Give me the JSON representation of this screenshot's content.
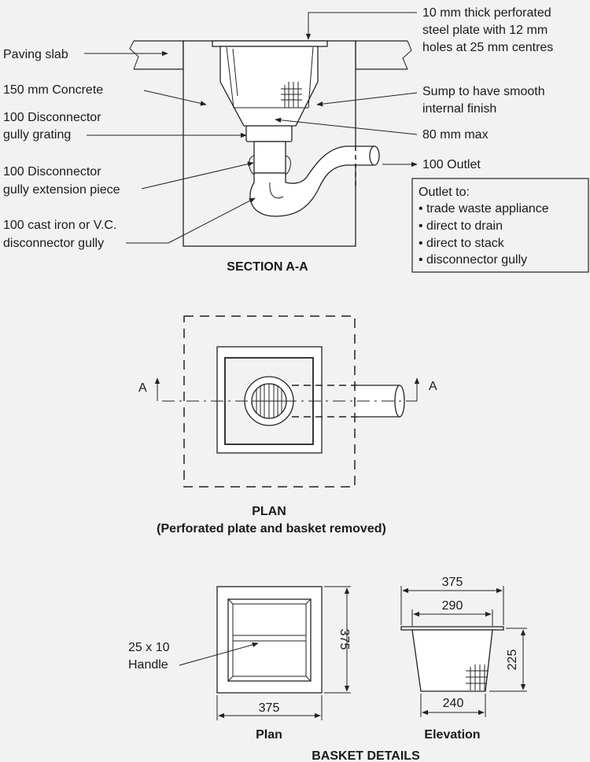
{
  "section": {
    "title": "SECTION A-A",
    "labels": {
      "paving_slab": "Paving slab",
      "concrete": "150 mm Concrete",
      "grating_1": "100 Disconnector",
      "grating_2": "gully grating",
      "extension_1": "100 Disconnector",
      "extension_2": "gully extension piece",
      "gully_1": "100 cast iron or V.C.",
      "gully_2": "disconnector gully",
      "plate_1": "10 mm thick perforated",
      "plate_2": "steel plate with 12 mm",
      "plate_3": "holes at 25 mm centres",
      "sump_1": "Sump to have smooth",
      "sump_2": "internal finish",
      "max": "80 mm  max",
      "outlet": "100 Outlet"
    },
    "outlet_box": {
      "title": "Outlet to:",
      "items": [
        "• trade waste appliance",
        "• direct to drain",
        "• direct to stack",
        "• disconnector gully"
      ]
    }
  },
  "plan": {
    "title": "PLAN",
    "subtitle": "(Perforated plate and basket removed)",
    "section_mark_left": "A",
    "section_mark_right": "A"
  },
  "basket": {
    "title": "BASKET DETAILS",
    "plan_label": "Plan",
    "elevation_label": "Elevation",
    "handle_1": "25 x 10",
    "handle_2": "Handle",
    "dims": {
      "plan_width": "375",
      "plan_height": "375",
      "elev_top": "375",
      "elev_inner": "290",
      "elev_bottom": "240",
      "elev_height": "225"
    }
  }
}
